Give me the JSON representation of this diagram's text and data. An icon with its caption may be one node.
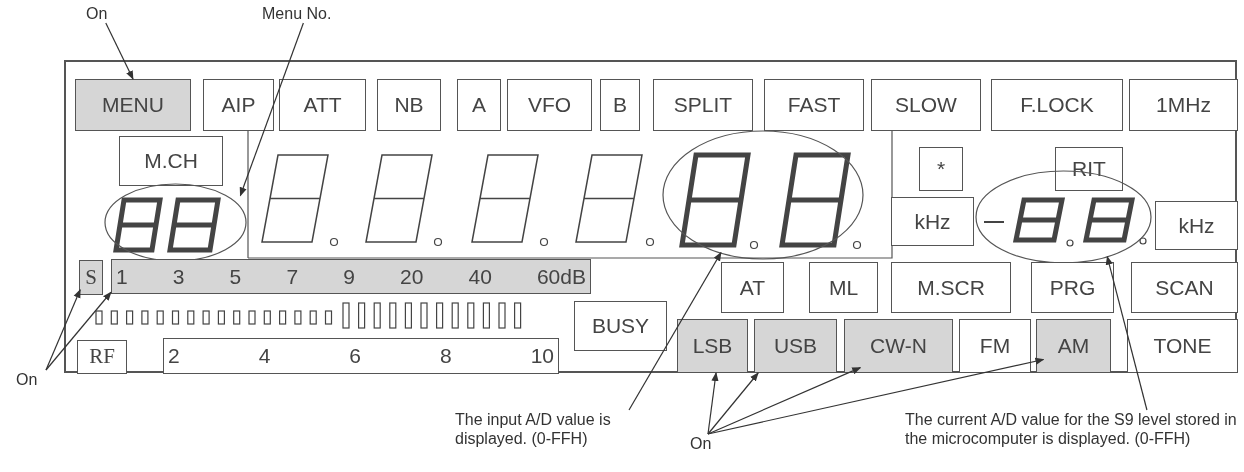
{
  "diagram": {
    "nodes": [
      {
        "text": [
          "On"
        ]
      },
      {
        "text": [
          "Menu No."
        ]
      },
      {
        "text": [],
        "shape": "box"
      },
      {
        "text": [
          "MENU"
        ],
        "in": 2
      },
      {
        "text": [
          "AIP"
        ],
        "in": 2
      },
      {
        "text": [
          "ATT"
        ],
        "in": 2
      },
      {
        "text": [
          "NB"
        ],
        "in": 2
      },
      {
        "text": [
          "A"
        ],
        "in": 2
      },
      {
        "text": [
          "VFO"
        ],
        "in": 2
      },
      {
        "text": [
          "B"
        ],
        "in": 2
      },
      {
        "text": [
          "SPLIT"
        ],
        "in": 2
      },
      {
        "text": [
          "FAST"
        ],
        "in": 2
      },
      {
        "text": [
          "SLOW"
        ],
        "in": 2
      },
      {
        "text": [
          "F.LOCK"
        ],
        "in": 2
      },
      {
        "text": [
          "1MHz"
        ],
        "in": 2
      },
      {
        "text": [
          "M.CH"
        ],
        "in": 2
      },
      {
        "text": [],
        "shape": "circle",
        "in": 2
      },
      {
        "text": [],
        "shape": "circle",
        "in": 2
      },
      {
        "text": [
          "*"
        ],
        "in": 2
      },
      {
        "text": [
          "RIT"
        ],
        "in": 2
      },
      {
        "text": [
          "kHz"
        ],
        "in": 2
      },
      {
        "text": [],
        "shape": "circle",
        "in": 2
      },
      {
        "text": [
          "kHz"
        ],
        "in": 2
      },
      {
        "text": [
          "S"
        ],
        "in": 2
      },
      {
        "text": [
          "1",
          "3",
          "5",
          "7",
          "9",
          "20",
          "40",
          "60dB"
        ],
        "in": 2
      },
      {
        "text": [
          "BUSY"
        ],
        "in": 2
      },
      {
        "text": [
          "AT"
        ],
        "in": 2
      },
      {
        "text": [
          "ML"
        ],
        "in": 2
      },
      {
        "text": [
          "M.SCR"
        ],
        "in": 2
      },
      {
        "text": [
          "PRG"
        ],
        "in": 2
      },
      {
        "text": [
          "SCAN"
        ],
        "in": 2
      },
      {
        "text": [
          "RF"
        ],
        "in": 2
      },
      {
        "text": [
          "2",
          "4",
          "6",
          "8",
          "10"
        ],
        "in": 2
      },
      {
        "text": [
          "LSB"
        ],
        "in": 2
      },
      {
        "text": [
          "USB"
        ],
        "in": 2
      },
      {
        "text": [
          "CW-N"
        ],
        "in": 2
      },
      {
        "text": [
          "FM"
        ],
        "in": 2
      },
      {
        "text": [
          "AM"
        ],
        "in": 2
      },
      {
        "text": [
          "TONE"
        ],
        "in": 2
      },
      {
        "text": [
          "On"
        ]
      },
      {
        "text": [
          "The input A/D value is displayed. (0-FFH)"
        ]
      },
      {
        "text": [
          "On"
        ]
      },
      {
        "text": [
          "The current A/D value for the S9 level stored in the microcomputer is displayed. (0-FFH)"
        ]
      }
    ],
    "edges": [
      {
        "from": 0,
        "to": 3,
        "arrow": "to"
      },
      {
        "from": 1,
        "to": 16,
        "arrow": "to"
      },
      {
        "from": 39,
        "to": 23,
        "arrow": "to"
      },
      {
        "from": 39,
        "to": 24,
        "arrow": "to"
      },
      {
        "from": 40,
        "to": 17,
        "arrow": "to"
      },
      {
        "from": 41,
        "to": 33,
        "arrow": "to"
      },
      {
        "from": 41,
        "to": 34,
        "arrow": "to"
      },
      {
        "from": 41,
        "to": 35,
        "arrow": "to"
      },
      {
        "from": 41,
        "to": 37,
        "arrow": "to"
      },
      {
        "from": 42,
        "to": 21,
        "arrow": "to"
      }
    ]
  }
}
